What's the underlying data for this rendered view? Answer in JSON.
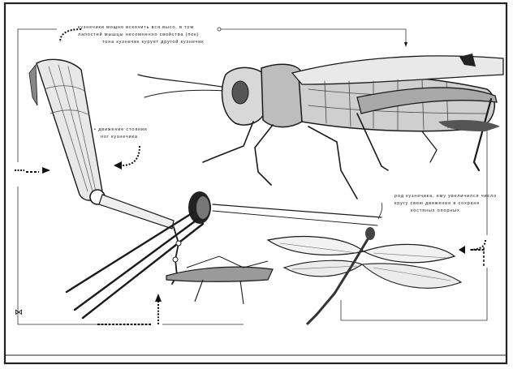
{
  "top_note": {
    "lines": [
      "кузнечики мощно вскочить вся высо, в том",
      "лапостей мышцы несомненно свойства (пок)",
      "тона кузнечик курует другой кузнечик"
    ]
  },
  "left_note": {
    "lines": [
      "• движение стояние",
      "ног кузнечика"
    ]
  },
  "right_note": {
    "lines": [
      "род кузнечика, ему увеличился число",
      "кругу свою движение в сохране",
      "костяных опорных"
    ]
  },
  "colors": {
    "ink": "#1a1a1a",
    "paper": "#ffffff",
    "shade": "#7a7a7a"
  }
}
